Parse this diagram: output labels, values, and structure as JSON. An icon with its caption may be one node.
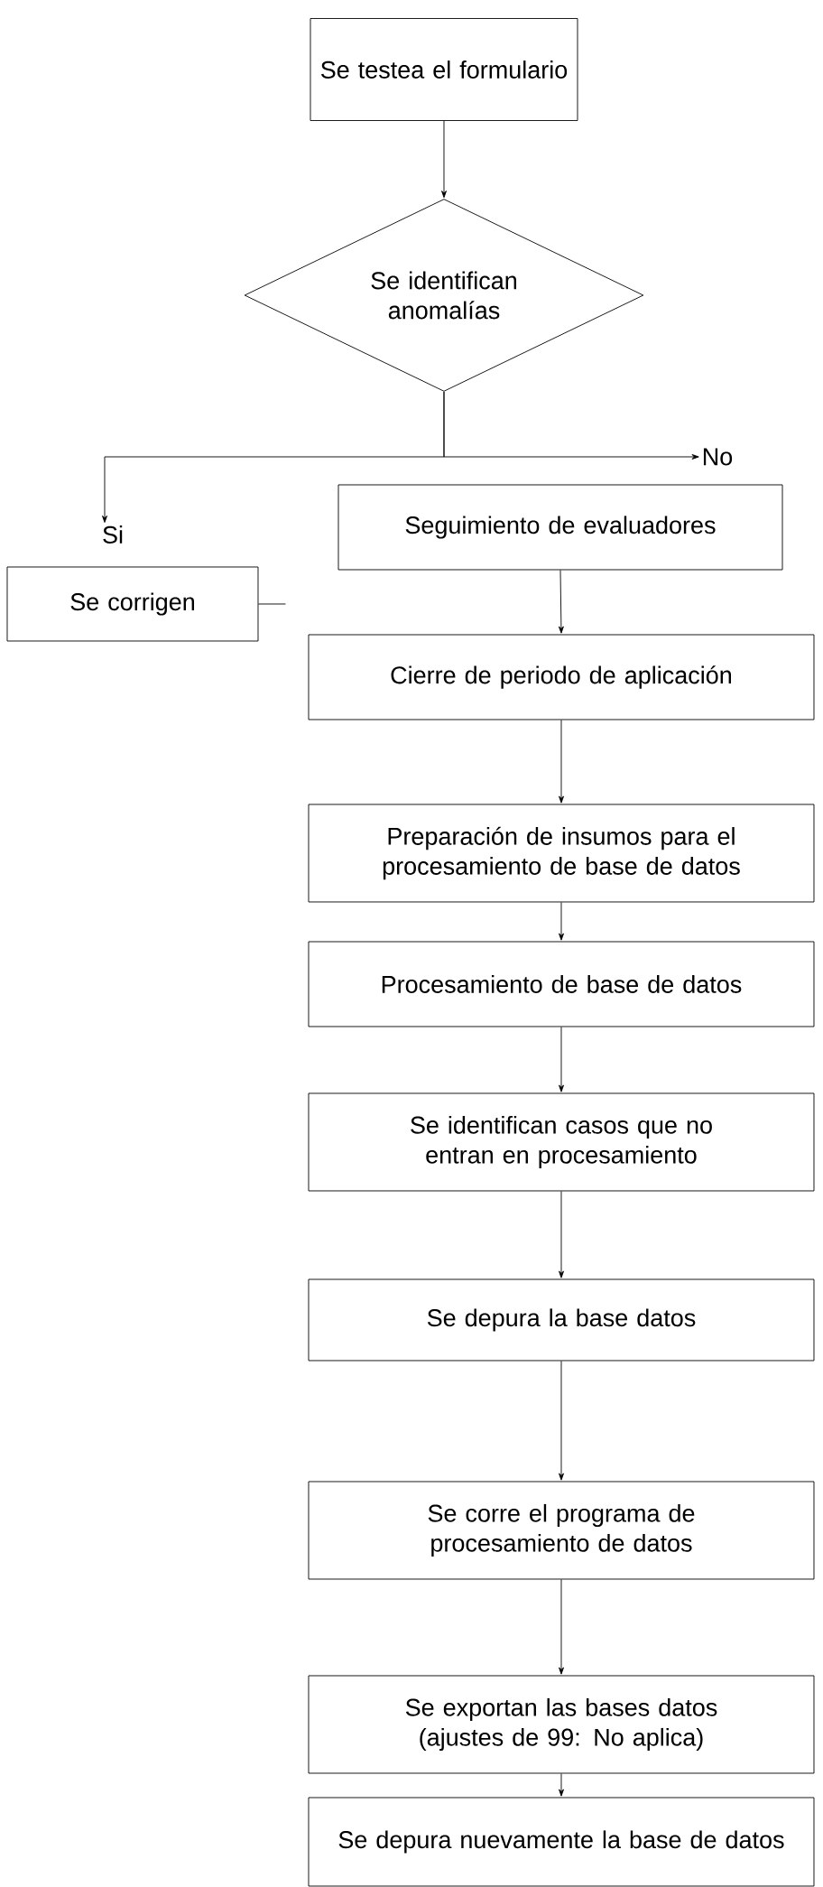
{
  "diagram": {
    "nodes": [
      {
        "text": [
          "Se testea el formulario"
        ]
      },
      {
        "text": [
          "Se identifican anomalías"
        ]
      },
      {
        "text": [
          "No"
        ]
      },
      {
        "text": [
          "Si"
        ]
      },
      {
        "text": [
          "Seguimiento de evaluadores"
        ]
      },
      {
        "text": [
          "Se corrigen"
        ]
      },
      {
        "text": [
          "Cierre de periodo de aplicación"
        ]
      },
      {
        "text": [
          "Preparación de insumos para el procesamiento de base de datos"
        ]
      },
      {
        "text": [
          "Procesamiento de base de datos"
        ]
      },
      {
        "text": [
          "Se identifican casos que no entran en procesamiento"
        ]
      },
      {
        "text": [
          "Se depura la base datos"
        ]
      },
      {
        "text": [
          "Se corre el programa de procesamiento de datos"
        ]
      },
      {
        "text": [
          "Se exportan las bases datos (ajustes de 99: No aplica)"
        ]
      },
      {
        "text": [
          "Se depura nuevamente la base de datos"
        ]
      }
    ],
    "edges": [
      {
        "from": 0,
        "to": 1,
        "arrow": "to"
      },
      {
        "from": 1,
        "to": 3,
        "arrow": "to"
      },
      {
        "from": 1,
        "to": 2,
        "arrow": "to"
      },
      {
        "from": 5,
        "to": null,
        "arrow": "none"
      },
      {
        "from": 4,
        "to": 6,
        "arrow": "to"
      },
      {
        "from": 6,
        "to": 7,
        "arrow": "to"
      },
      {
        "from": 7,
        "to": 8,
        "arrow": "to"
      },
      {
        "from": 8,
        "to": 9,
        "arrow": "to"
      },
      {
        "from": 9,
        "to": 10,
        "arrow": "to"
      },
      {
        "from": 10,
        "to": 11,
        "arrow": "to"
      },
      {
        "from": 11,
        "to": 12,
        "arrow": "to"
      },
      {
        "from": 12,
        "to": 13,
        "arrow": "to"
      }
    ]
  }
}
